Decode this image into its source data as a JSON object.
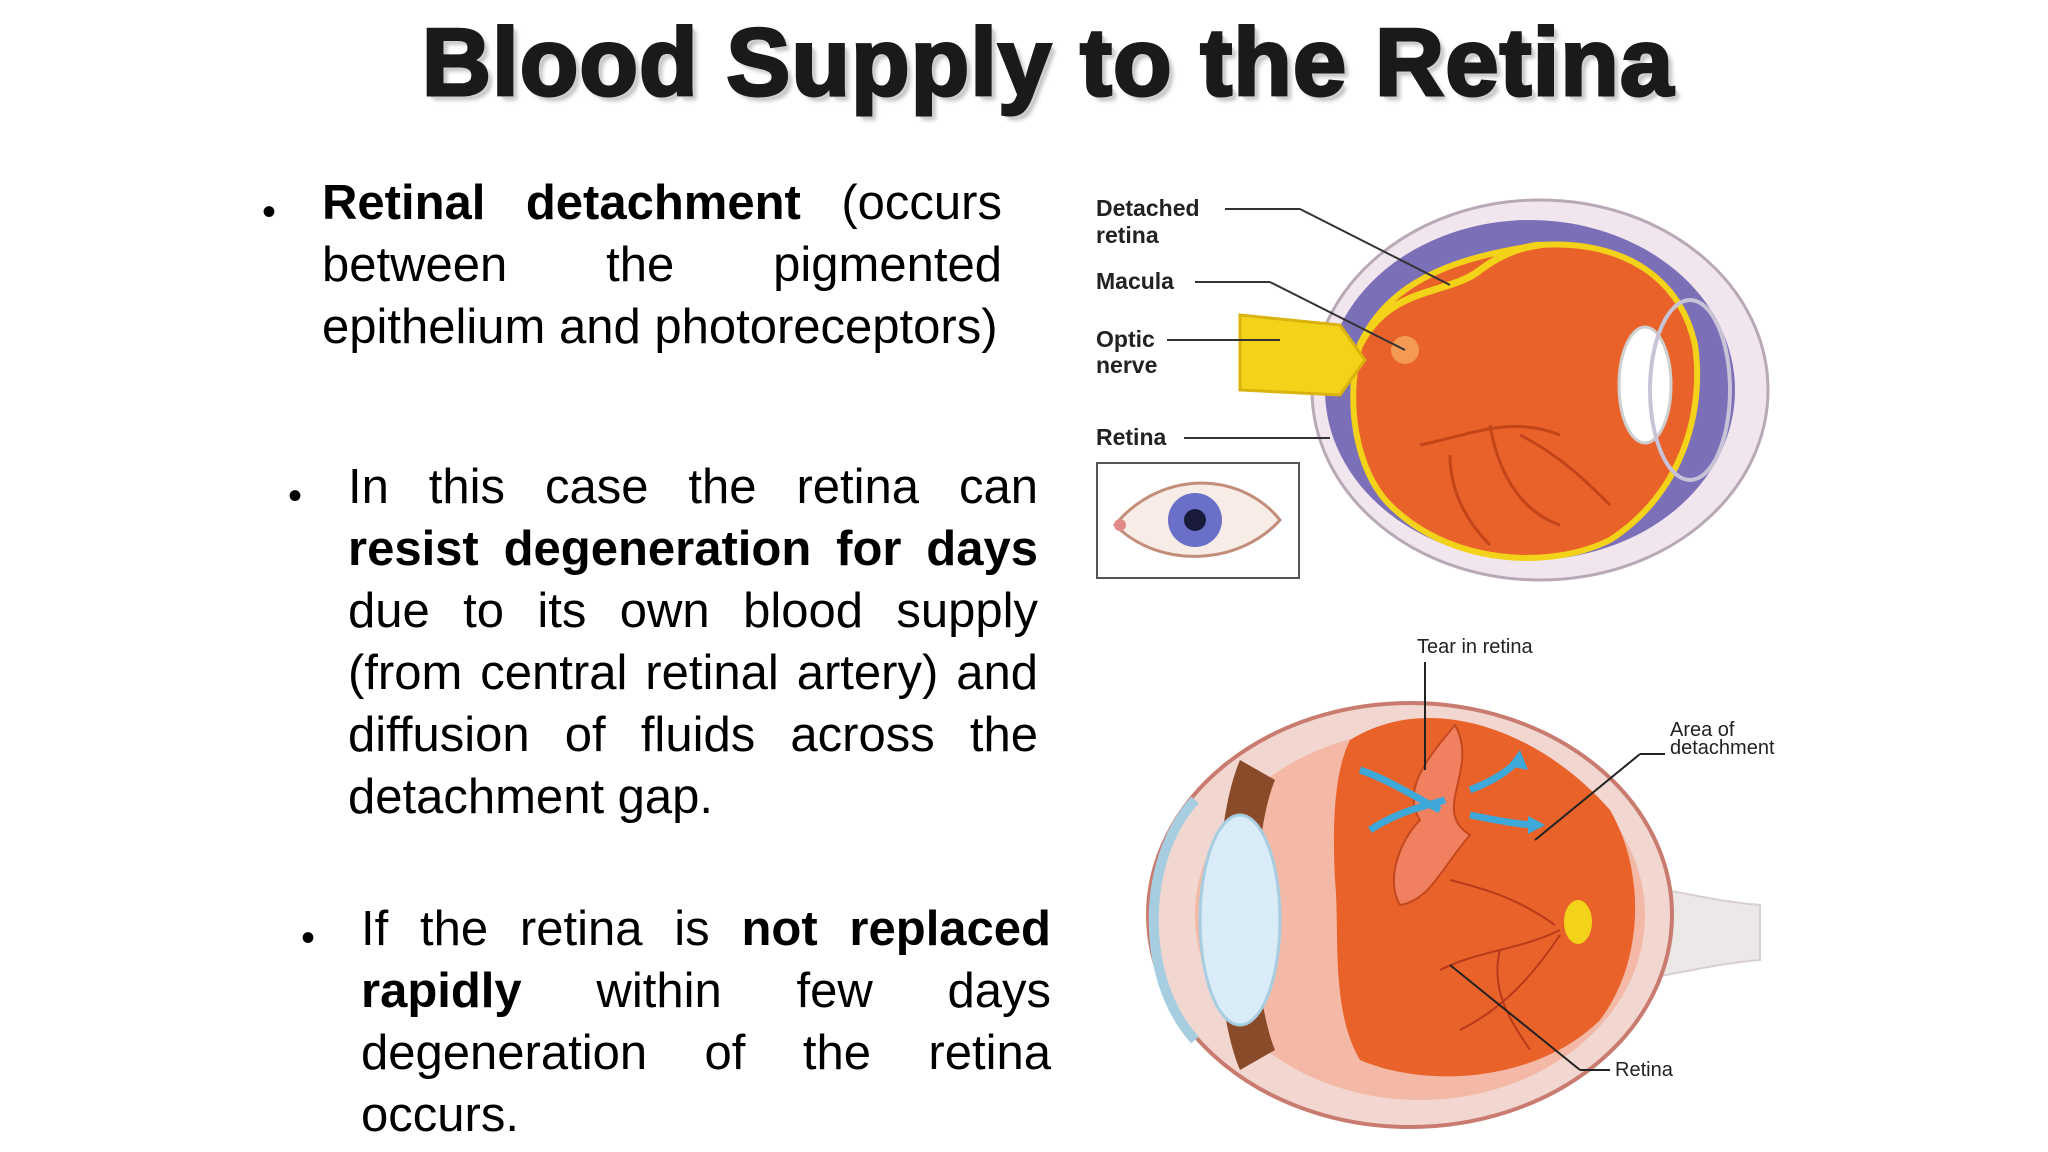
{
  "slide": {
    "title": "Blood Supply to the Retina"
  },
  "bullets": [
    {
      "bold": "Retinal detachment",
      "text": " (occurs between the pigmented epithelium and photoreceptors)"
    },
    {
      "pre": "In this case the retina can ",
      "bold": "resist degeneration for days",
      "post": " due to its own blood supply (from central retinal artery) and diffusion of fluids across the detachment gap."
    },
    {
      "pre": "If the retina is ",
      "bold": "not replaced rapidly",
      "post": " within few days degeneration of the retina occurs."
    }
  ],
  "diagram_top": {
    "labels": {
      "detached_retina_1": "Detached",
      "detached_retina_2": "retina",
      "macula": "Macula",
      "optic_nerve_1": "Optic",
      "optic_nerve_2": "nerve",
      "retina": "Retina"
    }
  },
  "diagram_bottom": {
    "labels": {
      "tear": "Tear in retina",
      "area_1": "Area of",
      "area_2": "detachment",
      "retina": "Retina"
    }
  },
  "colors": {
    "retina_orange": "#e8622a",
    "nerve_yellow": "#f3d21a",
    "sclera": "#f1e6ee",
    "iris": "#6a6fc8",
    "arrow_blue": "#3ea8d8"
  }
}
